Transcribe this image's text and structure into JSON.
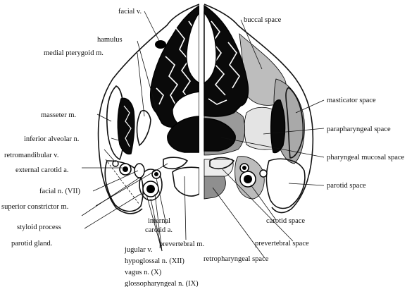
{
  "labels_left": {
    "facial_v": "facial v.",
    "hamulus": "hamulus",
    "medial_pterygoid": "medial pterygoid m.",
    "masseter": "masseter m.",
    "inferior_alveolar": "inferior alveolar n.",
    "retromandibular": "retromandibular v.",
    "external_carotid": "external carotid a.",
    "facial_n": "facial n. (VII)",
    "superior_constrictor": "superior constrictor m.",
    "styloid": "styloid process",
    "parotid_gland": "parotid gland.",
    "jugular": "jugular v.",
    "hypoglossal": "hypoglossal n. (XII)",
    "vagus": "vagus n. (X)",
    "glossopharyngeal": "glossopharyngeal n. (IX)",
    "internal_carotid_1": "internal",
    "internal_carotid_2": "carotid a.",
    "prevertebral_m": "prevertebral m."
  },
  "labels_right": {
    "buccal": "buccal space",
    "masticator": "masticator space",
    "parapharyngeal": "parapharyngeal space",
    "pharyngeal_mucosal": "pharyngeal mucosal space",
    "parotid_space": "parotid space",
    "carotid_space": "carotid space",
    "prevertebral_space": "prevertebral space",
    "retropharyngeal": "retropharyngeal space"
  },
  "colors": {
    "buccal": "#bdbdbd",
    "masticator": "#a9a9a9",
    "parapharyngeal": "#e4e4e4",
    "mucosal": "#9a9a9a",
    "carotid": "#bcbcbc",
    "retro": "#ececec",
    "prevertebral": "#8f8f8f",
    "bone": "#0a0a0a"
  }
}
